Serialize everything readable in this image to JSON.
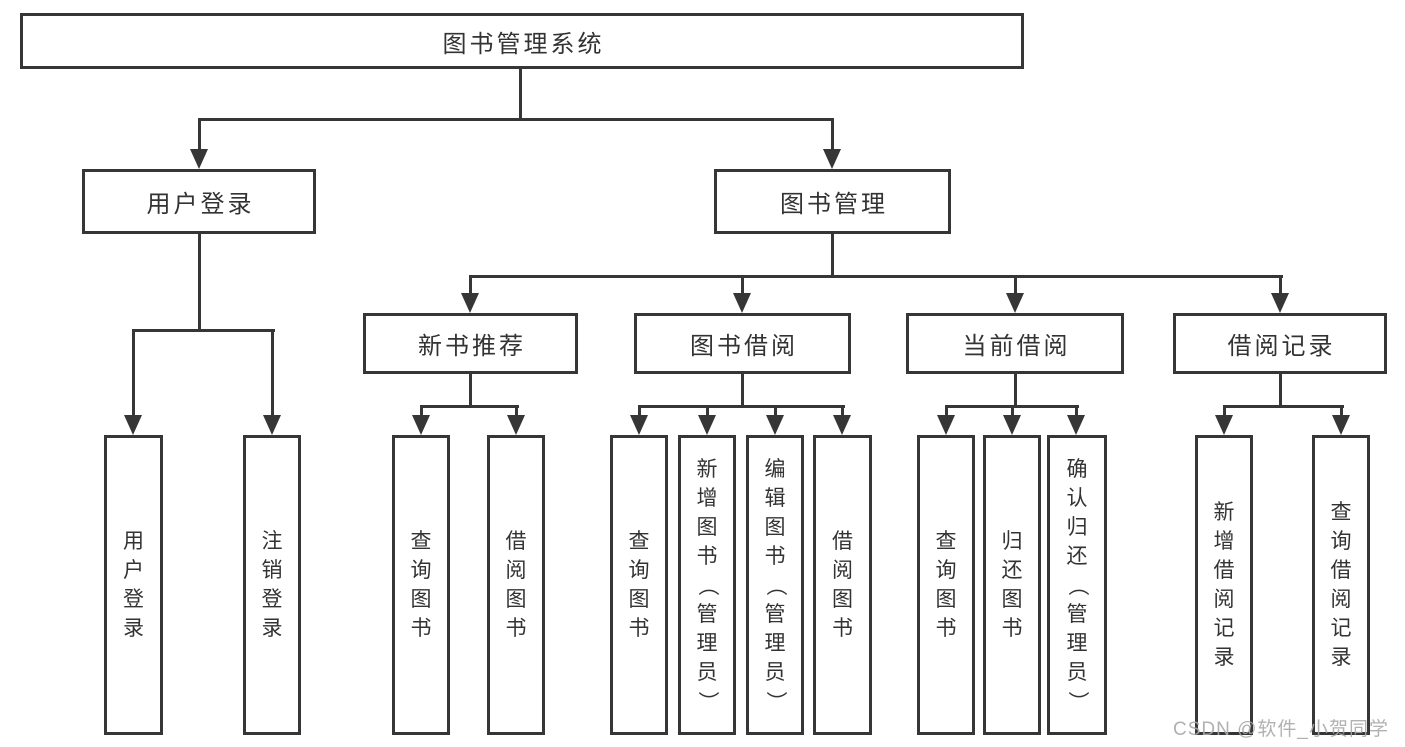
{
  "colors": {
    "background": "#ffffff",
    "line": "#363636",
    "text": "#333333",
    "watermark_text_color": "#a9a9a9"
  },
  "watermark": {
    "text": "CSDN @软件_小贺同学"
  },
  "diagram": {
    "type": "hierarchy-tree",
    "root": {
      "label": "图书管理系统"
    },
    "level2": [
      {
        "label": "用户登录",
        "parent": "图书管理系统"
      },
      {
        "label": "图书管理",
        "parent": "图书管理系统"
      }
    ],
    "level3": [
      {
        "label": "新书推荐",
        "parent": "图书管理"
      },
      {
        "label": "图书借阅",
        "parent": "图书管理"
      },
      {
        "label": "当前借阅",
        "parent": "图书管理"
      },
      {
        "label": "借阅记录",
        "parent": "图书管理"
      }
    ],
    "leaves": [
      {
        "label": "用户登录",
        "parent": "用户登录"
      },
      {
        "label": "注销登录",
        "parent": "用户登录"
      },
      {
        "label": "查询图书",
        "parent": "新书推荐"
      },
      {
        "label": "借阅图书",
        "parent": "新书推荐"
      },
      {
        "label": "查询图书",
        "parent": "图书借阅"
      },
      {
        "label": "新增图书（管理员）",
        "parent": "图书借阅"
      },
      {
        "label": "编辑图书（管理员）",
        "parent": "图书借阅"
      },
      {
        "label": "借阅图书",
        "parent": "图书借阅"
      },
      {
        "label": "查询图书",
        "parent": "当前借阅"
      },
      {
        "label": "归还图书",
        "parent": "当前借阅"
      },
      {
        "label": "确认归还（管理员）",
        "parent": "当前借阅"
      },
      {
        "label": "新增借阅记录",
        "parent": "借阅记录"
      },
      {
        "label": "查询借阅记录",
        "parent": "借阅记录"
      }
    ]
  }
}
